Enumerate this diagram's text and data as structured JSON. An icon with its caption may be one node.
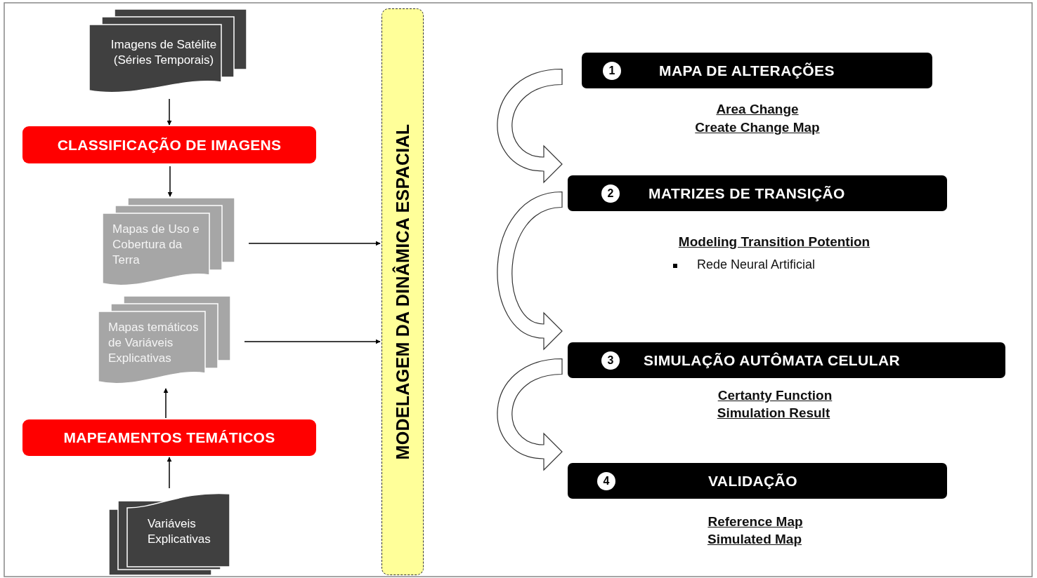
{
  "diagram": {
    "nodes": [
      {
        "text": [
          "Imagens  de Satélite (Séries Temporais)"
        ]
      },
      {
        "text": [
          "CLASSIFICAÇÃO  DE IMAGENS"
        ]
      },
      {
        "text": [
          "Mapas de Uso e Cobertura da Terra"
        ]
      },
      {
        "text": [
          "Mapas temáticos de Variáveis Explicativas"
        ]
      },
      {
        "text": [
          "MAPEAMENTOS  TEMÁTICOS"
        ]
      },
      {
        "text": [
          "Variáveis Explicativas"
        ]
      },
      {
        "text": [
          "MODELAGEM DA DINÂMICA ESPACIAL"
        ]
      },
      {
        "text": [
          "1",
          "MAPA DE ALTERAÇÕES"
        ],
        "beside": [
          "Area Change",
          "Create Change Map"
        ]
      },
      {
        "text": [
          "2",
          "MATRIZES  DE TRANSIÇÃO"
        ],
        "beside": [
          "Modeling Transition Potention",
          "Rede Neural Artificial"
        ]
      },
      {
        "text": [
          "3",
          "SIMULAÇÃO  AUTÔMATA  CELULAR"
        ],
        "beside": [
          "Certanty Function",
          "Simulation Result"
        ]
      },
      {
        "text": [
          "4",
          "VALIDAÇÃO"
        ],
        "beside": [
          "Reference Map",
          "Simulated Map"
        ]
      }
    ],
    "edges": [
      {
        "from": 0,
        "to": 1,
        "arrow": "to"
      },
      {
        "from": 1,
        "to": 2,
        "arrow": "to"
      },
      {
        "from": 4,
        "to": 3,
        "arrow": "to"
      },
      {
        "from": 5,
        "to": 4,
        "arrow": "to"
      },
      {
        "from": 2,
        "to": 6,
        "arrow": "to"
      },
      {
        "from": 3,
        "to": 6,
        "arrow": "to"
      },
      {
        "from": 7,
        "to": 8,
        "arrow": "to",
        "style": "thick"
      },
      {
        "from": 8,
        "to": 9,
        "arrow": "to",
        "style": "thick"
      },
      {
        "from": 9,
        "to": 10,
        "arrow": "to",
        "style": "thick"
      }
    ]
  }
}
